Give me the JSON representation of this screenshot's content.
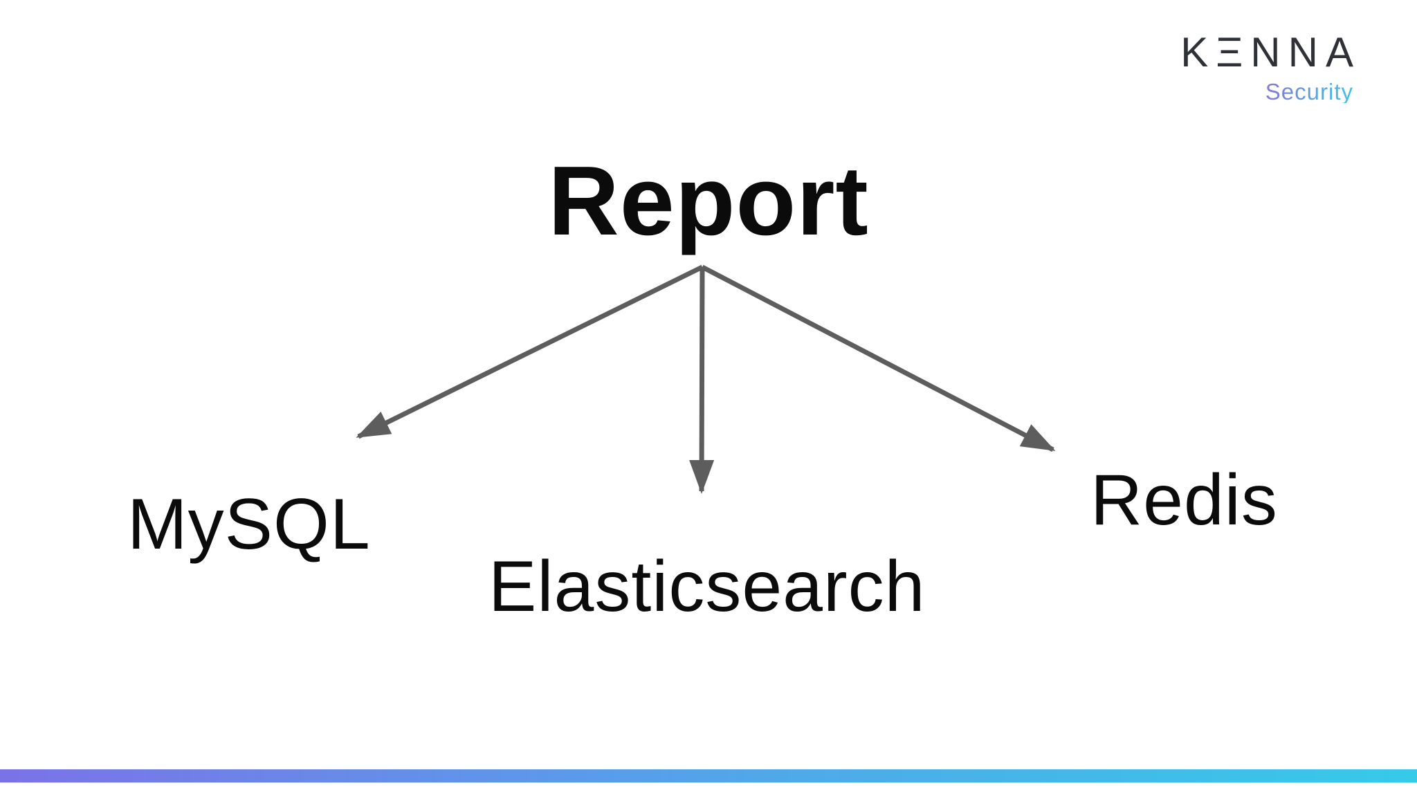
{
  "slide": {
    "title": "Report",
    "nodes": [
      {
        "label": "MySQL"
      },
      {
        "label": "Elasticsearch"
      },
      {
        "label": "Redis"
      }
    ],
    "edges": [
      {
        "from": "Report",
        "to": "MySQL"
      },
      {
        "from": "Report",
        "to": "Elasticsearch"
      },
      {
        "from": "Report",
        "to": "Redis"
      }
    ]
  },
  "logo": {
    "brand": "KENNA",
    "brand_display": "KΞNNA",
    "subtitle": "Security"
  },
  "colors": {
    "arrow": "#5d5d5d",
    "title_text": "#0b0b0b",
    "label_text": "#0b0b0b",
    "logo_text": "#2e3136",
    "security_gradient_start": "#8578d8",
    "security_gradient_end": "#3fc3e8",
    "footer_gradient_start": "#7b72e8",
    "footer_gradient_end": "#36cae9"
  }
}
